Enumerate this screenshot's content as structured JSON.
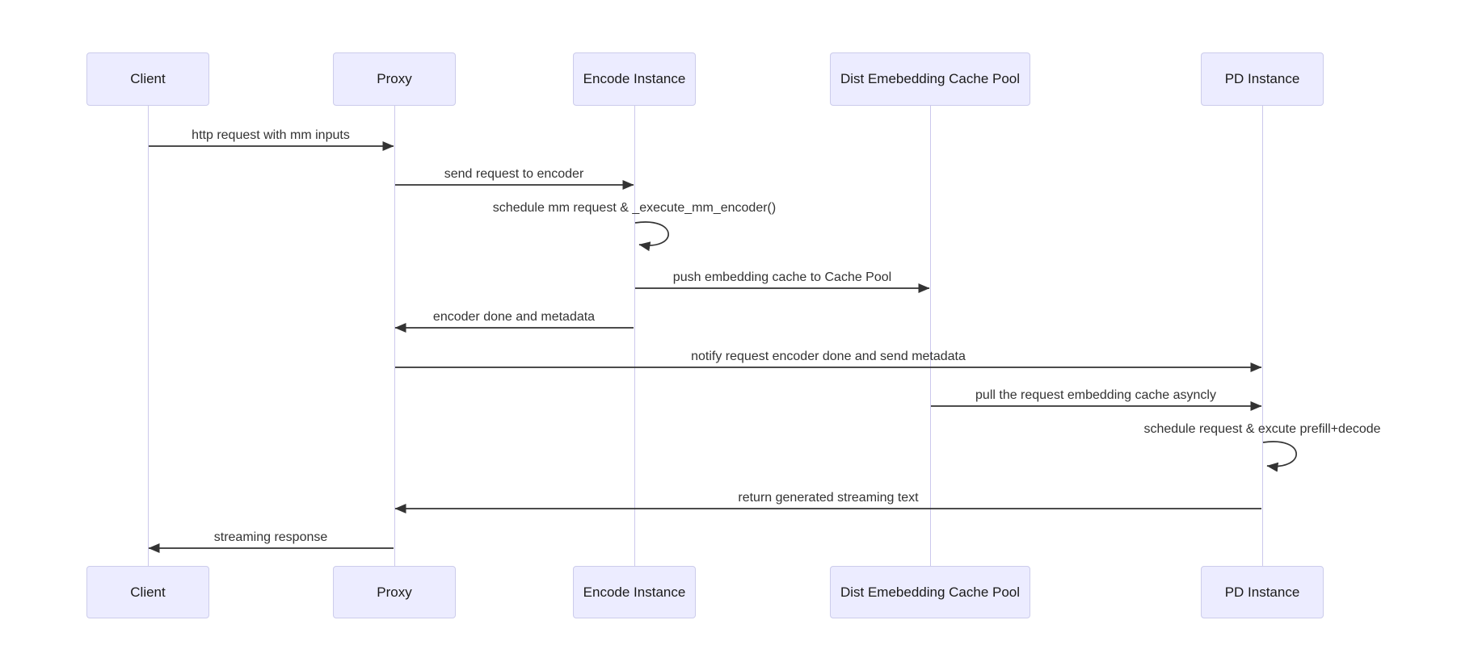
{
  "colors": {
    "actor_fill": "#ECECFF",
    "actor_border": "#CCCCEB",
    "lifeline": "#CCC8EC",
    "arrow_color": "#333333",
    "text_color": "#333333"
  },
  "diagram": {
    "type": "sequence-diagram",
    "actors": [
      {
        "id": "client",
        "label": "Client"
      },
      {
        "id": "proxy",
        "label": "Proxy"
      },
      {
        "id": "encode-instance",
        "label": "Encode Instance"
      },
      {
        "id": "dist-embedding-cache-pool",
        "label": "Dist Emebedding Cache Pool"
      },
      {
        "id": "pd-instance",
        "label": "PD Instance"
      }
    ],
    "messages": [
      {
        "from": "Client",
        "to": "Proxy",
        "type": "solid-arrow",
        "label": "http request with mm inputs"
      },
      {
        "from": "Proxy",
        "to": "Encode Instance",
        "type": "solid-arrow",
        "label": "send request to encoder"
      },
      {
        "from": "Encode Instance",
        "to": "Encode Instance",
        "type": "self-loop",
        "label": "schedule mm request & _execute_mm_encoder()"
      },
      {
        "from": "Encode Instance",
        "to": "Dist Emebedding Cache Pool",
        "type": "solid-arrow",
        "label": "push embedding cache to Cache Pool"
      },
      {
        "from": "Encode Instance",
        "to": "Proxy",
        "type": "solid-arrow",
        "label": "encoder done and metadata"
      },
      {
        "from": "Proxy",
        "to": "PD Instance",
        "type": "solid-arrow",
        "label": "notify request encoder done and send metadata"
      },
      {
        "from": "Dist Emebedding Cache Pool",
        "to": "PD Instance",
        "type": "solid-arrow",
        "label": "pull the request embedding cache asyncly"
      },
      {
        "from": "PD Instance",
        "to": "PD Instance",
        "type": "self-loop",
        "label": "schedule request & excute prefill+decode"
      },
      {
        "from": "PD Instance",
        "to": "Proxy",
        "type": "solid-arrow",
        "label": "return generated streaming text"
      },
      {
        "from": "Proxy",
        "to": "Client",
        "type": "solid-arrow",
        "label": "streaming response"
      }
    ]
  }
}
